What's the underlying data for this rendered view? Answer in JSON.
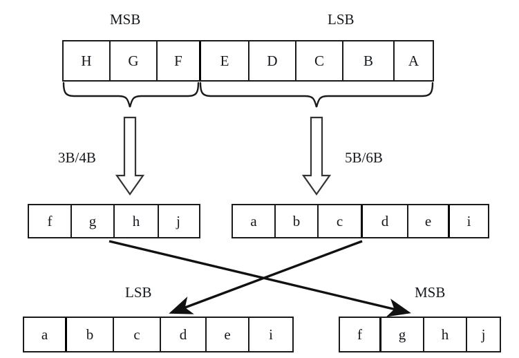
{
  "diagram": {
    "title": "8B/10B encoding bit split and swap diagram",
    "colors": {
      "stroke": "#1a1a1a",
      "text": "#15181c",
      "background": "#ffffff"
    },
    "source_row": {
      "name": "8-bit source byte",
      "cells": [
        "H",
        "G",
        "F",
        "E",
        "D",
        "C",
        "B",
        "A"
      ],
      "split_after_index": 2,
      "labels": {
        "msb": "MSB",
        "lsb": "LSB"
      }
    },
    "braces": [
      {
        "name": "msb-group-brace",
        "group": "HGF"
      },
      {
        "name": "lsb-group-brace",
        "group": "EDCBA"
      }
    ],
    "encoders": [
      {
        "name": "3b4b-encoder",
        "label": "3B/4B"
      },
      {
        "name": "5b6b-encoder",
        "label": "5B/6B"
      }
    ],
    "mid_row": {
      "left": {
        "name": "4-bit sub-block",
        "cells": [
          "f",
          "g",
          "h",
          "j"
        ]
      },
      "right": {
        "name": "6-bit sub-block",
        "cells": [
          "a",
          "b",
          "c",
          "d",
          "e",
          "i"
        ]
      }
    },
    "cross_arrows": [
      {
        "name": "fghj-to-right-arrow",
        "from": "mid-left",
        "to": "out-right"
      },
      {
        "name": "abcdei-to-left-arrow",
        "from": "mid-right",
        "to": "out-left"
      }
    ],
    "out_row": {
      "left": {
        "name": "output 6-bit block",
        "cells": [
          "a",
          "b",
          "c",
          "d",
          "e",
          "i"
        ],
        "label": "LSB"
      },
      "right": {
        "name": "output 4-bit block",
        "cells": [
          "f",
          "g",
          "h",
          "j"
        ],
        "label": "MSB"
      }
    }
  }
}
